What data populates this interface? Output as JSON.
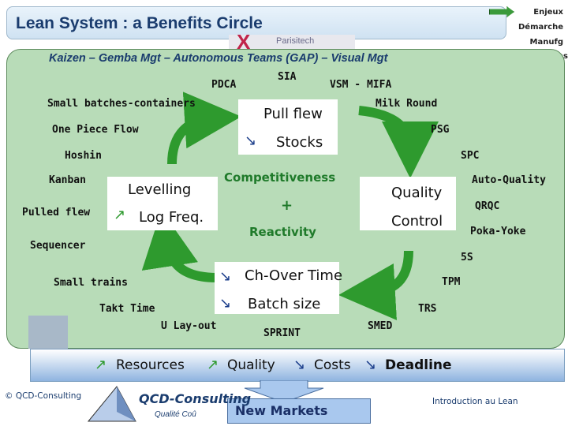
{
  "header": {
    "title": "Lean System : a Benefits Circle",
    "brand_word": "Parisitech",
    "nav": [
      "Enjeux",
      "Démarche",
      "Manufg",
      "tions"
    ]
  },
  "diagram": {
    "subtitle": "Kaizen – Gemba Mgt – Autonomous Teams (GAP) – Visual Mgt",
    "tools_top": [
      "SIA",
      "PDCA",
      "VSM - MIFA",
      "Small batches-containers",
      "Milk Round",
      "One Piece Flow",
      "PSG",
      "Hoshin",
      "SPC"
    ],
    "tools_left": [
      "Kanban",
      "Pulled flew",
      "Sequencer",
      "Small trains",
      "Takt Time",
      "U Lay-out"
    ],
    "tools_right": [
      "Auto-Quality",
      "QRQC",
      "Poka-Yoke",
      "5S",
      "TPM",
      "TRS",
      "SMED"
    ],
    "tool_bottom_center": "SPRINT",
    "box_top": [
      "Pull flew",
      "Stocks"
    ],
    "box_left": [
      "Levelling",
      "Log Freq."
    ],
    "box_right": [
      "Quality",
      "Control"
    ],
    "box_bottom": [
      "Ch-Over Time",
      "Batch size"
    ],
    "center": {
      "line1": "Competitiveness",
      "plus": "+",
      "line2": "Reactivity"
    }
  },
  "bottom_bar": {
    "items": [
      "Resources",
      "Quality",
      "Costs",
      "Deadline"
    ],
    "new_markets": "New Markets"
  },
  "footer": {
    "left_copyright": "© QCD-Consulting",
    "logo_text": "QCD-Consulting",
    "logo_sub": "Qualité Coû",
    "right_link": "Introduction au Lean"
  },
  "colors": {
    "arrow_green": "#2e9a2e",
    "panel_green": "#b8dcb8",
    "title_blue": "#1a3c6e"
  }
}
